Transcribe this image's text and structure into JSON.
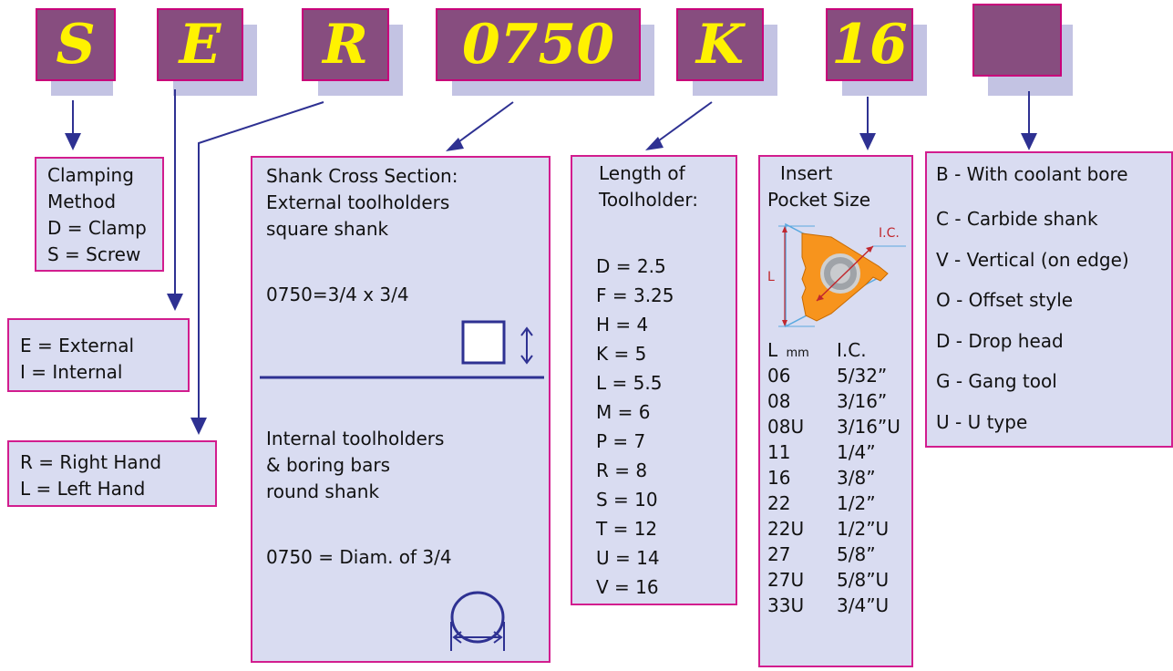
{
  "colors": {
    "code_box": "#874d7f",
    "code_text": "#fff200",
    "panel_fill": "#d9dcf1",
    "panel_border": "#d21d8e",
    "arrow": "#2e3192",
    "insert": "#f7941d"
  },
  "codes": [
    "S",
    "E",
    "R",
    "0750",
    "K",
    "16",
    ""
  ],
  "clamping": {
    "lines": [
      "Clamping",
      "Method",
      "D =  Clamp",
      "S = Screw"
    ]
  },
  "hand_type": {
    "lines": [
      "E = External",
      "I =  Internal"
    ]
  },
  "hand": {
    "lines": [
      "R = Right Hand",
      "L = Left Hand"
    ]
  },
  "shank": {
    "ext_lines": [
      "Shank Cross Section:",
      "External toolholders",
      "square shank"
    ],
    "ext_code": "0750=3/4 x 3/4",
    "int_lines": [
      "Internal toolholders",
      "& boring bars",
      "round shank"
    ],
    "int_code": "0750 = Diam. of 3/4"
  },
  "length": {
    "title": [
      "Length of",
      "Toolholder:"
    ],
    "items": [
      "D  = 2.5",
      "F   = 3.25",
      "H  = 4",
      "K   = 5",
      "L   = 5.5",
      "M  = 6",
      "P   = 7",
      "R   = 8",
      "S   = 10",
      "T   = 12",
      "U   = 14",
      "V   =  16"
    ]
  },
  "insert": {
    "title": [
      "Insert",
      "Pocket Size"
    ],
    "diagram_labels": {
      "ic": "I.C.",
      "l": "L"
    },
    "header": {
      "l": "L",
      "mm": "mm",
      "ic": "I.C."
    },
    "rows": [
      {
        "l": "06",
        "ic": "5/32”"
      },
      {
        "l": "08",
        "ic": "3/16”"
      },
      {
        "l": "08U",
        "ic": "3/16”U"
      },
      {
        "l": "11",
        "ic": "1/4”"
      },
      {
        "l": "16",
        "ic": "3/8”"
      },
      {
        "l": "22",
        "ic": "1/2”"
      },
      {
        "l": "22U",
        "ic": "1/2”U"
      },
      {
        "l": "27",
        "ic": "5/8”"
      },
      {
        "l": "27U",
        "ic": "5/8”U"
      },
      {
        "l": "33U",
        "ic": "3/4”U"
      }
    ]
  },
  "options": {
    "items": [
      "B -  With coolant bore",
      "C - Carbide shank",
      "V - Vertical (on edge)",
      "O - Offset style",
      "D - Drop head",
      "G - Gang tool",
      "U - U type"
    ]
  }
}
